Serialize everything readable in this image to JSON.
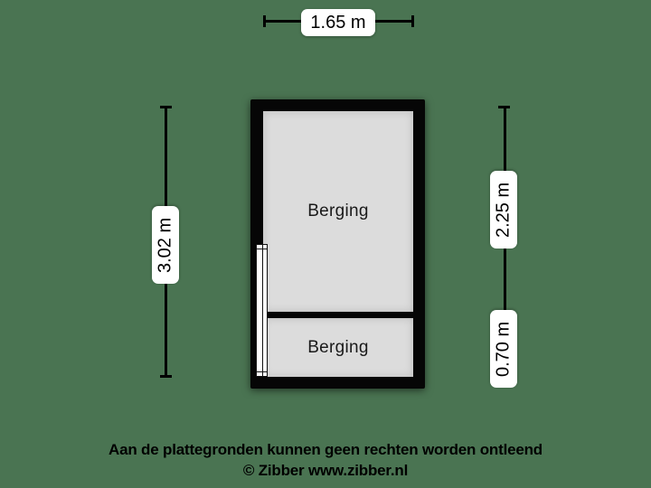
{
  "colors": {
    "background": "#4A7452",
    "walls": "#060606",
    "room_fill": "#DCDCDC",
    "label_background": "#FFFFFF",
    "text": "#000000"
  },
  "plan": {
    "rooms": [
      {
        "label": "Berging"
      },
      {
        "label": "Berging"
      }
    ]
  },
  "dimensions": {
    "width_top": "1.65 m",
    "height_left": "3.02 m",
    "height_right_upper": "2.25 m",
    "height_right_lower": "0.70 m"
  },
  "footer": {
    "disclaimer": "Aan de plattegronden kunnen geen rechten worden ontleend",
    "copyright": "© Zibber www.zibber.nl"
  }
}
